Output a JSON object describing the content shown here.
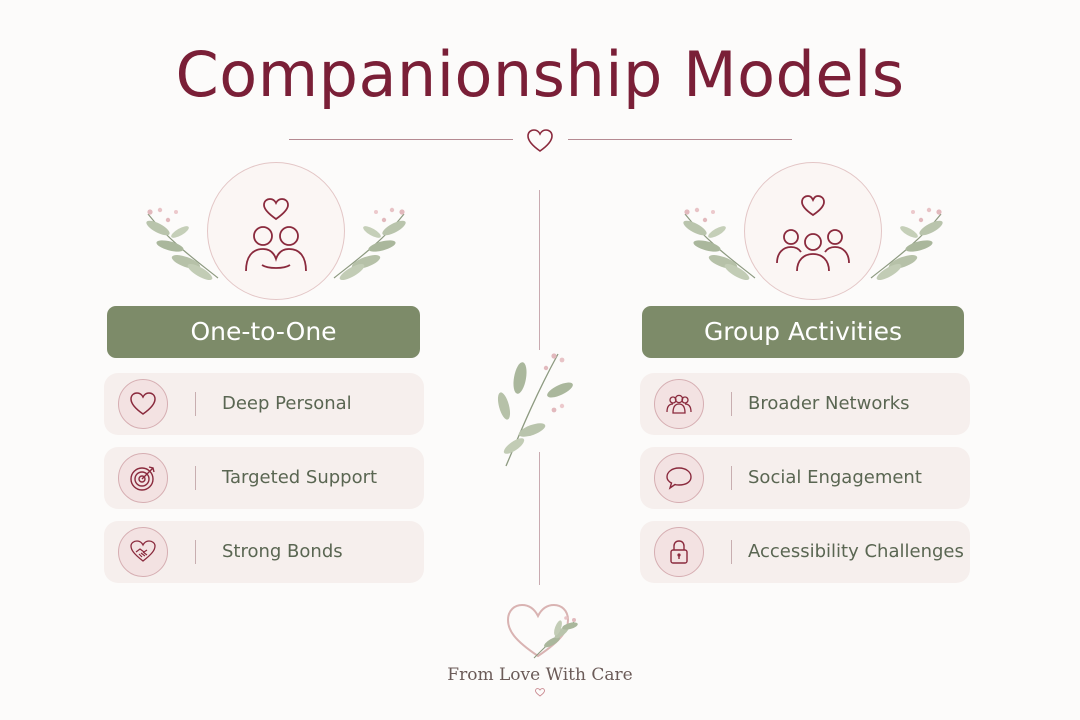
{
  "title": "Companionship Models",
  "left": {
    "heading": "One-to-One",
    "emblem_icon": "two-people-heart-icon",
    "items": [
      {
        "label": "Deep Personal",
        "icon": "heart-icon"
      },
      {
        "label": "Targeted Support",
        "icon": "target-icon"
      },
      {
        "label": "Strong Bonds",
        "icon": "handshake-icon"
      }
    ]
  },
  "right": {
    "heading": "Group Activities",
    "emblem_icon": "group-heart-icon",
    "items": [
      {
        "label": "Broader Networks",
        "icon": "group-icon"
      },
      {
        "label": "Social Engagement",
        "icon": "speech-bubble-icon"
      },
      {
        "label": "Accessibility Challenges",
        "icon": "lock-icon"
      }
    ]
  },
  "footer": {
    "brand": "From Love With Care"
  },
  "colors": {
    "title": "#7a1f37",
    "banner": "#7d8b69",
    "card": "#f6efed",
    "label": "#5a6652",
    "icon": "#8a2a3d"
  }
}
